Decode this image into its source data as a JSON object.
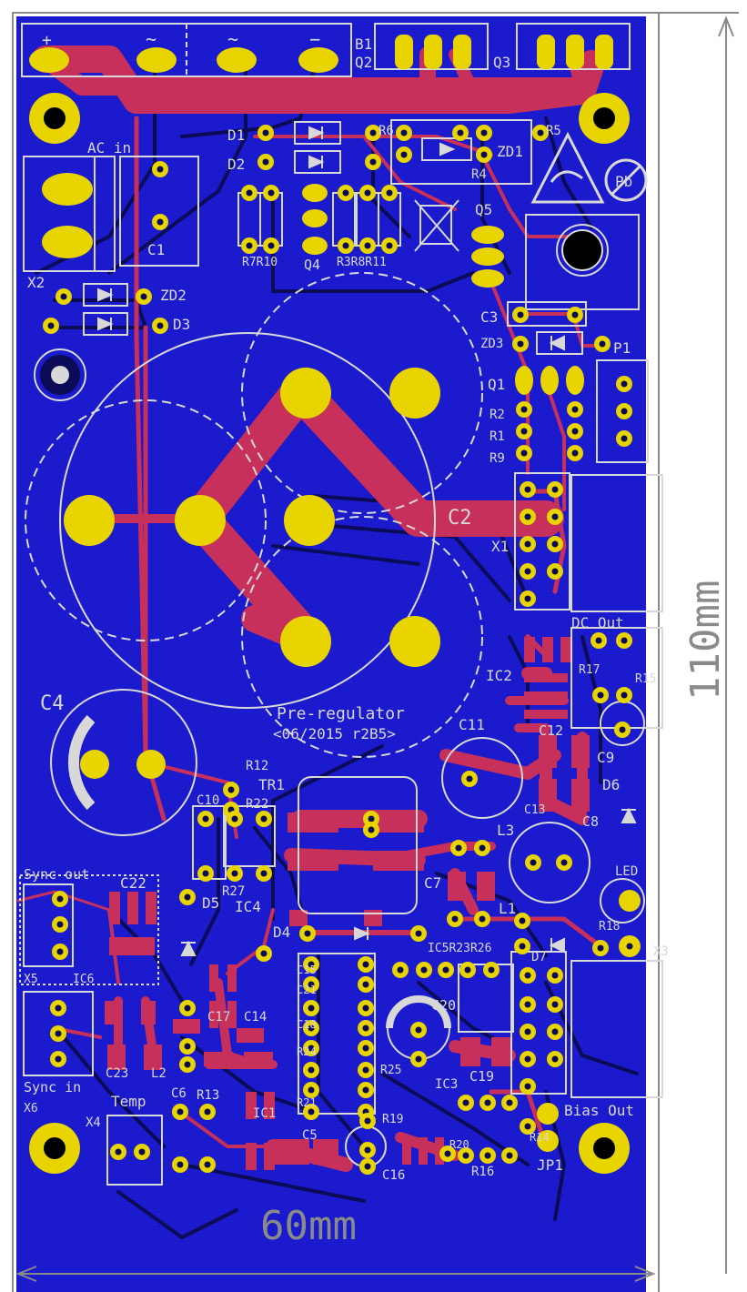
{
  "board": {
    "colors": {
      "substrate": "#1a1acc",
      "copper_top": "#c6305a",
      "copper_bottom": "#0b0b58",
      "pad": "#e8d400",
      "silk": "#d8d8d8",
      "dimension": "#8a8a8a"
    }
  },
  "dimensions": {
    "width": "60mm",
    "height": "110mm"
  },
  "labels": {
    "ac_in": "AC in",
    "dc_out": "DC Out",
    "sync_out": "Sync out",
    "sync_in": "Sync in",
    "temp": "Temp",
    "bias_out": "Bias Out",
    "title": "Pre-regulator",
    "version": "<06/2015 r2B5>",
    "led": "LED",
    "plus": "+",
    "minus": "−",
    "tilde": "~"
  },
  "refs": {
    "B1": "B1",
    "Q2": "Q2",
    "Q3": "Q3",
    "D1": "D1",
    "D2": "D2",
    "R6": "R6",
    "R5": "R5",
    "ZD1": "ZD1",
    "R4": "R4",
    "Q5": "Q5",
    "C1": "C1",
    "X2": "X2",
    "ZD2": "ZD2",
    "D3": "D3",
    "R7R10": "R7R10",
    "Q4": "Q4",
    "R3R8R11": "R3R8R11",
    "C3": "C3",
    "ZD3": "ZD3",
    "P1": "P1",
    "Q1": "Q1",
    "R2": "R2",
    "R1": "R1",
    "R9": "R9",
    "C2": "C2",
    "X1": "X1",
    "C4": "C4",
    "IC2": "IC2",
    "R17": "R17",
    "R15": "R15",
    "C11": "C11",
    "C12": "C12",
    "C9": "C9",
    "R12": "R12",
    "TR1": "TR1",
    "C10": "C10",
    "R22": "R22",
    "C13": "C13",
    "D6": "D6",
    "C8": "C8",
    "L3": "L3",
    "C22": "C22",
    "C7": "C7",
    "R27": "R27",
    "D5": "D5",
    "IC4": "IC4",
    "X5": "X5",
    "IC6": "IC6",
    "D4": "D4",
    "L1": "L1",
    "R18": "R18",
    "X3": "X3",
    "IC5R23R26": "IC5R23R26",
    "D7": "D7",
    "C15": "C15",
    "C21": "C21",
    "C18": "C18",
    "C20": "C20",
    "C17": "C17",
    "C14": "C14",
    "R24": "R24",
    "R25": "R25",
    "C19": "C19",
    "C23": "C23",
    "L2": "L2",
    "IC3": "IC3",
    "X6": "X6",
    "C6": "C6",
    "R13": "R13",
    "IC1": "IC1",
    "R21": "R21",
    "R19": "R19",
    "R20": "R20",
    "R14": "R14",
    "X4": "X4",
    "C5": "C5",
    "R16": "R16",
    "JP1": "JP1",
    "C16": "C16"
  }
}
